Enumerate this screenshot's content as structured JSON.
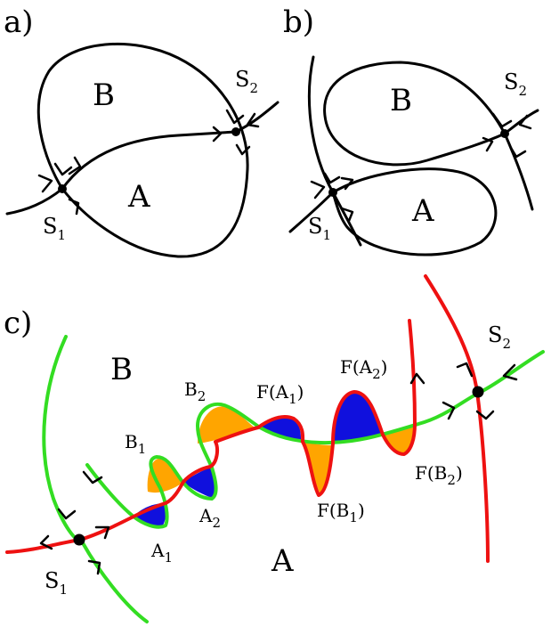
{
  "panels": {
    "a": {
      "label": "a)",
      "region_b": "B",
      "region_a": "A",
      "s1": {
        "main": "S",
        "sub": "1"
      },
      "s2": {
        "main": "S",
        "sub": "2"
      }
    },
    "b": {
      "label": "b)",
      "region_b": "B",
      "region_a": "A",
      "s1": {
        "main": "S",
        "sub": "1"
      },
      "s2": {
        "main": "S",
        "sub": "2"
      }
    },
    "c": {
      "label": "c)",
      "region_b": "B",
      "region_a": "A",
      "s1": {
        "main": "S",
        "sub": "1"
      },
      "s2": {
        "main": "S",
        "sub": "2"
      },
      "lobes": {
        "b1": {
          "main": "B",
          "sub": "1"
        },
        "b2": {
          "main": "B",
          "sub": "2"
        },
        "a1": {
          "main": "A",
          "sub": "1"
        },
        "a2": {
          "main": "A",
          "sub": "2"
        },
        "fa1": {
          "pre": "F(A",
          "sub": "1",
          "post": ")"
        },
        "fa2": {
          "pre": "F(A",
          "sub": "2",
          "post": ")"
        },
        "fb1": {
          "pre": "F(B",
          "sub": "1",
          "post": ")"
        },
        "fb2": {
          "pre": "F(B",
          "sub": "2",
          "post": ")"
        }
      }
    }
  },
  "colors": {
    "stable_manifold": "#33dd22",
    "unstable_manifold": "#ee1111",
    "lobe_orange": "#ffa500",
    "lobe_blue": "#1010dd",
    "ink": "#000000"
  }
}
